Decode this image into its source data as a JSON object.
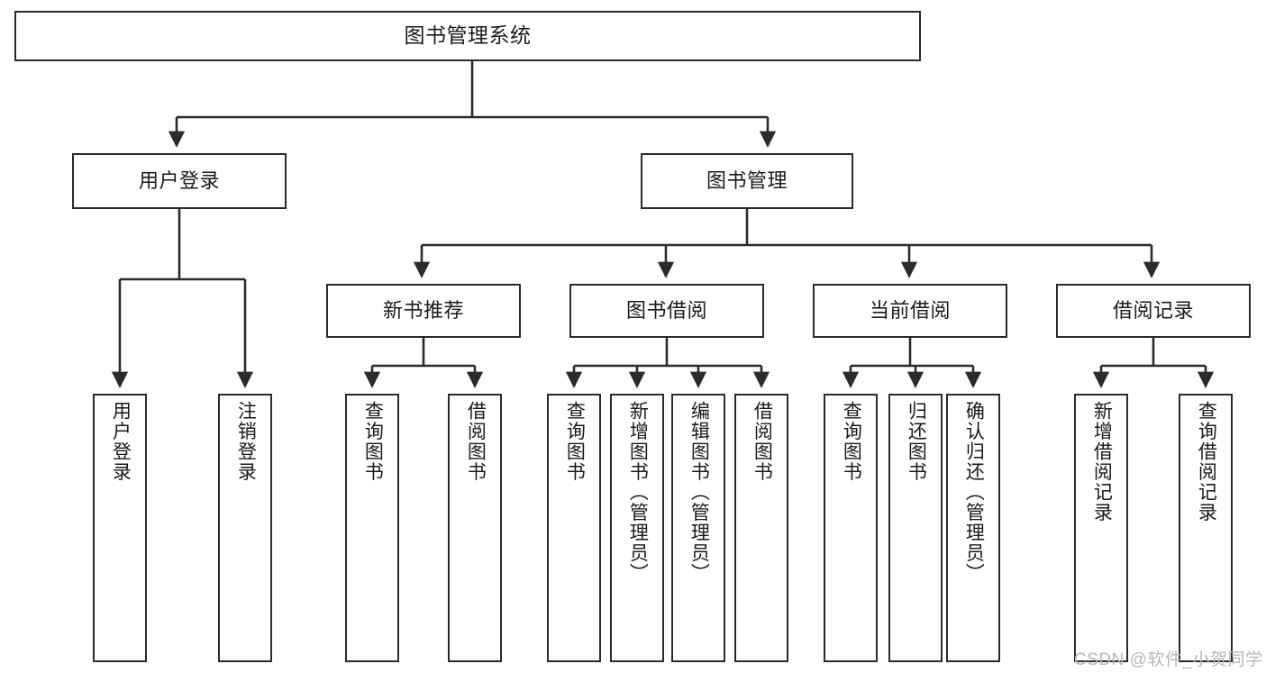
{
  "diagram": {
    "title": "图书管理系统",
    "type": "hierarchy-tree",
    "stroke_color": "#2b2b2b",
    "fill_color": "#ffffff",
    "text_color": "#1a1a1a"
  },
  "nodes": {
    "root": {
      "label": "图书管理系统"
    },
    "level2": [
      {
        "label": "用户登录"
      },
      {
        "label": "图书管理"
      }
    ],
    "level3": [
      {
        "label": "新书推荐"
      },
      {
        "label": "图书借阅"
      },
      {
        "label": "当前借阅"
      },
      {
        "label": "借阅记录"
      }
    ],
    "leaves_user_login": [
      {
        "label": "用户登录"
      },
      {
        "label": "注销登录"
      }
    ],
    "leaves_new_book": [
      {
        "label": "查询图书"
      },
      {
        "label": "借阅图书"
      }
    ],
    "leaves_borrow": [
      {
        "label": "查询图书"
      },
      {
        "label": "新增图书（管理员）"
      },
      {
        "label": "编辑图书（管理员）"
      },
      {
        "label": "借阅图书"
      }
    ],
    "leaves_current": [
      {
        "label": "查询图书"
      },
      {
        "label": "归还图书"
      },
      {
        "label": "确认归还（管理员）"
      }
    ],
    "leaves_records": [
      {
        "label": "新增借阅记录"
      },
      {
        "label": "查询借阅记录"
      }
    ]
  },
  "watermark": {
    "text": "CSDN @软件_小贺同学"
  }
}
